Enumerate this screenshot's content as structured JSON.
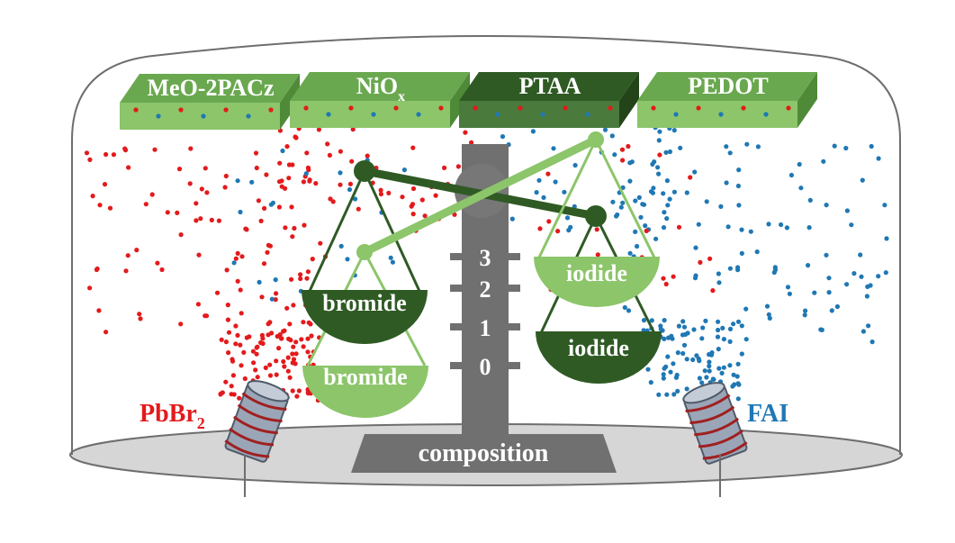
{
  "substrates": [
    {
      "label": "MeO-2PACz",
      "sub": "",
      "top": "#6aa84f",
      "front": "#8cc56a",
      "side": "#4f8a38",
      "text": "#ffffff"
    },
    {
      "label": "NiO",
      "sub": "x",
      "top": "#6aa84f",
      "front": "#8cc56a",
      "side": "#4f8a38",
      "text": "#ffffff"
    },
    {
      "label": "PTAA",
      "sub": "",
      "top": "#2f5a24",
      "front": "#4a7a3c",
      "side": "#234419",
      "text": "#ffffff"
    },
    {
      "label": "PEDOT",
      "sub": "",
      "top": "#6aa84f",
      "front": "#8cc56a",
      "side": "#4f8a38",
      "text": "#ffffff"
    }
  ],
  "scale": {
    "ticks": [
      "3",
      "2",
      "1",
      "0"
    ],
    "base_label": "composition",
    "pillar_color": "#707070",
    "tick_color": "#ffffff"
  },
  "pans": {
    "dark_left": "bromide",
    "light_left": "bromide",
    "light_right": "iodide",
    "dark_right": "iodide",
    "dark_color": "#2f5a24",
    "light_color": "#8cc56a",
    "label_color": "#ffffff"
  },
  "sources": {
    "left": {
      "label": "PbBr",
      "sub": "2",
      "color": "#e31a1c"
    },
    "right": {
      "label": "FAI",
      "sub": "",
      "color": "#1f78b4"
    }
  },
  "colors": {
    "red_particle": "#e31a1c",
    "blue_particle": "#1f78b4",
    "chamber_floor": "#d6d6d6",
    "chamber_outline": "#6e6e6e",
    "coil": "#a02020"
  }
}
